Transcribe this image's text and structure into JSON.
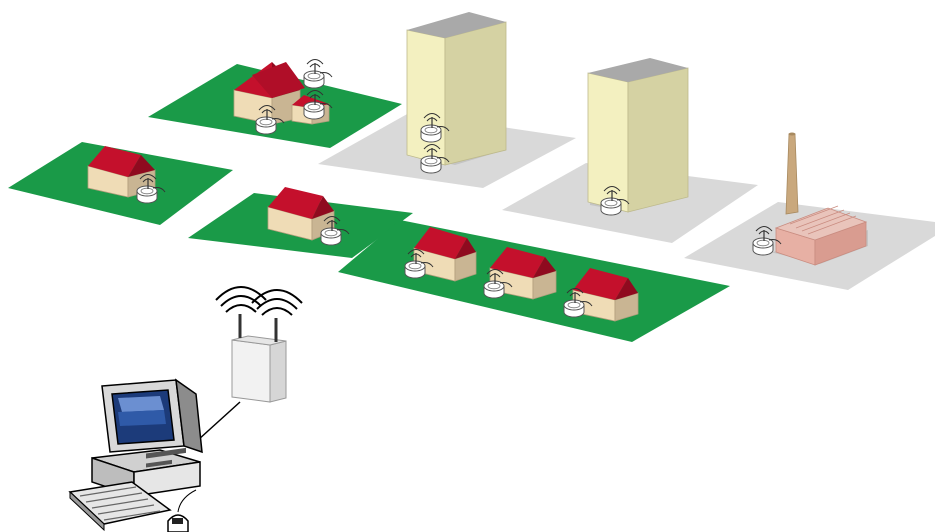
{
  "title": "",
  "colors": {
    "lawn": "#1a9a48",
    "pavement": "#d9d9d9",
    "wall": "#efdcb6",
    "wall_side": "#c9b593",
    "roof": "#c4102c",
    "roof_dark": "#8f0a1f",
    "tower_front": "#f3f0c0",
    "tower_side": "#d5d2a3",
    "tower_top": "#a9a9a9",
    "factory": "#e7b0a4",
    "chimney": "#c9a87d",
    "meter": "#ffffff",
    "gateway": "#f0f0f0"
  },
  "scene": {
    "lots": [
      "lawn-lot",
      "lawn-lot",
      "lawn-lot",
      "lawn-lot",
      "pavement-lot",
      "pavement-lot",
      "pavement-lot"
    ],
    "buildings": [
      "house",
      "house",
      "house",
      "house",
      "house",
      "house",
      "house",
      "tower",
      "tower",
      "factory"
    ],
    "meter_icon": "smart-meter-icon",
    "gateway_icon": "wireless-gateway-icon",
    "computer_icon": "desktop-computer-icon"
  }
}
